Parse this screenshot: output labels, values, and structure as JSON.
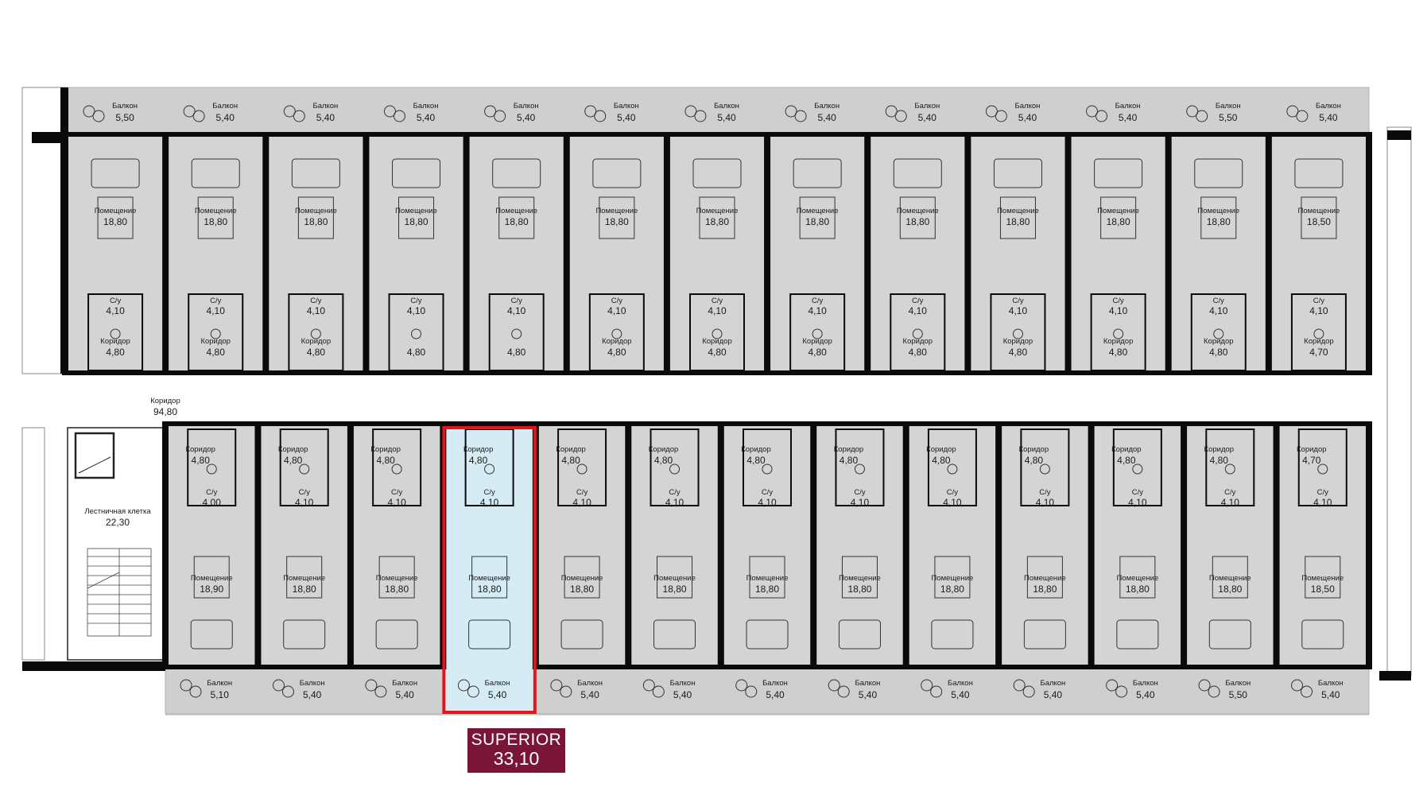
{
  "colors": {
    "room_fill": "#d4d4d4",
    "wall": "#0a0a0a",
    "highlight_fill": "#d6ecf4",
    "highlight_border": "#e3141c",
    "badge_bg": "#7a1538",
    "badge_text": "#ffffff"
  },
  "top_balconies": [
    {
      "label": "Балкон",
      "area": "5,50"
    },
    {
      "label": "Балкон",
      "area": "5,40"
    },
    {
      "label": "Балкон",
      "area": "5,40"
    },
    {
      "label": "Балкон",
      "area": "5,40"
    },
    {
      "label": "Балкон",
      "area": "5,40"
    },
    {
      "label": "Балкон",
      "area": "5,40"
    },
    {
      "label": "Балкон",
      "area": "5,40"
    },
    {
      "label": "Балкон",
      "area": "5,40"
    },
    {
      "label": "Балкон",
      "area": "5,40"
    },
    {
      "label": "Балкон",
      "area": "5,40"
    },
    {
      "label": "Балкон",
      "area": "5,40"
    },
    {
      "label": "Балкон",
      "area": "5,50"
    },
    {
      "label": "Балкон",
      "area": "5,40"
    }
  ],
  "top_rooms": [
    {
      "label": "Помещение",
      "area": "18,80"
    },
    {
      "label": "Помещение",
      "area": "18,80"
    },
    {
      "label": "Помещение",
      "area": "18,80"
    },
    {
      "label": "Помещение",
      "area": "18,80"
    },
    {
      "label": "Помещение",
      "area": "18,80"
    },
    {
      "label": "Помещение",
      "area": "18,80"
    },
    {
      "label": "Помещение",
      "area": "18,80"
    },
    {
      "label": "Помещение",
      "area": "18,80"
    },
    {
      "label": "Помещение",
      "area": "18,80"
    },
    {
      "label": "Помещение",
      "area": "18,80"
    },
    {
      "label": "Помещение",
      "area": "18,80"
    },
    {
      "label": "Помещение",
      "area": "18,80"
    },
    {
      "label": "Помещение",
      "area": "18,50"
    }
  ],
  "top_bathrooms": [
    {
      "label": "С/у",
      "area": "4,10"
    },
    {
      "label": "С/у",
      "area": "4,10"
    },
    {
      "label": "С/у",
      "area": "4,10"
    },
    {
      "label": "С/у",
      "area": "4,10"
    },
    {
      "label": "С/у",
      "area": "4,10"
    },
    {
      "label": "С/у",
      "area": "4,10"
    },
    {
      "label": "С/у",
      "area": "4,10"
    },
    {
      "label": "С/у",
      "area": "4,10"
    },
    {
      "label": "С/у",
      "area": "4,10"
    },
    {
      "label": "С/у",
      "area": "4,10"
    },
    {
      "label": "С/у",
      "area": "4,10"
    },
    {
      "label": "С/у",
      "area": "4,10"
    },
    {
      "label": "С/у",
      "area": "4,10"
    }
  ],
  "top_corridors": [
    {
      "label": "Коридор",
      "area": "4,80"
    },
    {
      "label": "Коридор",
      "area": "4,80"
    },
    {
      "label": "Коридор",
      "area": "4,80"
    },
    {
      "label": "",
      "area": "4,80"
    },
    {
      "label": "",
      "area": "4,80"
    },
    {
      "label": "Коридор",
      "area": "4,80"
    },
    {
      "label": "Коридор",
      "area": "4,80"
    },
    {
      "label": "Коридор",
      "area": "4,80"
    },
    {
      "label": "Коридор",
      "area": "4,80"
    },
    {
      "label": "Коридор",
      "area": "4,80"
    },
    {
      "label": "Коридор",
      "area": "4,80"
    },
    {
      "label": "Коридор",
      "area": "4,80"
    },
    {
      "label": "Коридор",
      "area": "4,70"
    }
  ],
  "main_corridor": {
    "label": "Коридор",
    "area": "94,80"
  },
  "stairwell": {
    "label": "Лестничная клетка",
    "area": "22,30"
  },
  "bottom_corridors": [
    {
      "label": "Коридор",
      "area": "4,80"
    },
    {
      "label": "Коридор",
      "area": "4,80"
    },
    {
      "label": "Коридор",
      "area": "4,80"
    },
    {
      "label": "Коридор",
      "area": "4,80"
    },
    {
      "label": "Коридор",
      "area": "4,80"
    },
    {
      "label": "Коридор",
      "area": "4,80"
    },
    {
      "label": "Коридор",
      "area": "4,80"
    },
    {
      "label": "Коридор",
      "area": "4,80"
    },
    {
      "label": "Коридор",
      "area": "4,80"
    },
    {
      "label": "Коридор",
      "area": "4,80"
    },
    {
      "label": "Коридор",
      "area": "4,80"
    },
    {
      "label": "Коридор",
      "area": "4,80"
    },
    {
      "label": "Коридор",
      "area": "4,70"
    }
  ],
  "bottom_bathrooms": [
    {
      "label": "С/у",
      "area": "4,00"
    },
    {
      "label": "С/у",
      "area": "4,10"
    },
    {
      "label": "С/у",
      "area": "4,10"
    },
    {
      "label": "С/у",
      "area": "4,10"
    },
    {
      "label": "С/у",
      "area": "4,10"
    },
    {
      "label": "С/у",
      "area": "4,10"
    },
    {
      "label": "С/у",
      "area": "4,10"
    },
    {
      "label": "С/у",
      "area": "4,10"
    },
    {
      "label": "С/у",
      "area": "4,10"
    },
    {
      "label": "С/у",
      "area": "4,10"
    },
    {
      "label": "С/у",
      "area": "4,10"
    },
    {
      "label": "С/у",
      "area": "4,10"
    },
    {
      "label": "С/у",
      "area": "4,10"
    }
  ],
  "bottom_rooms": [
    {
      "label": "Помещение",
      "area": "18,90"
    },
    {
      "label": "Помещение",
      "area": "18,80"
    },
    {
      "label": "Помещение",
      "area": "18,80"
    },
    {
      "label": "Помещение",
      "area": "18,80"
    },
    {
      "label": "Помещение",
      "area": "18,80"
    },
    {
      "label": "Помещение",
      "area": "18,80"
    },
    {
      "label": "Помещение",
      "area": "18,80"
    },
    {
      "label": "Помещение",
      "area": "18,80"
    },
    {
      "label": "Помещение",
      "area": "18,80"
    },
    {
      "label": "Помещение",
      "area": "18,80"
    },
    {
      "label": "Помещение",
      "area": "18,80"
    },
    {
      "label": "Помещение",
      "area": "18,80"
    },
    {
      "label": "Помещение",
      "area": "18,50"
    }
  ],
  "bottom_balconies": [
    {
      "label": "Балкон",
      "area": "5,10"
    },
    {
      "label": "Балкон",
      "area": "5,40"
    },
    {
      "label": "Балкон",
      "area": "5,40"
    },
    {
      "label": "Балкон",
      "area": "5,40"
    },
    {
      "label": "Балкон",
      "area": "5,40"
    },
    {
      "label": "Балкон",
      "area": "5,40"
    },
    {
      "label": "Балкон",
      "area": "5,40"
    },
    {
      "label": "Балкон",
      "area": "5,40"
    },
    {
      "label": "Балкон",
      "area": "5,40"
    },
    {
      "label": "Балкон",
      "area": "5,40"
    },
    {
      "label": "Балкон",
      "area": "5,40"
    },
    {
      "label": "Балкон",
      "area": "5,50"
    },
    {
      "label": "Балкон",
      "area": "5,40"
    }
  ],
  "highlighted_unit_index": 3,
  "badge": {
    "title": "SUPERIOR",
    "area": "33,10"
  }
}
